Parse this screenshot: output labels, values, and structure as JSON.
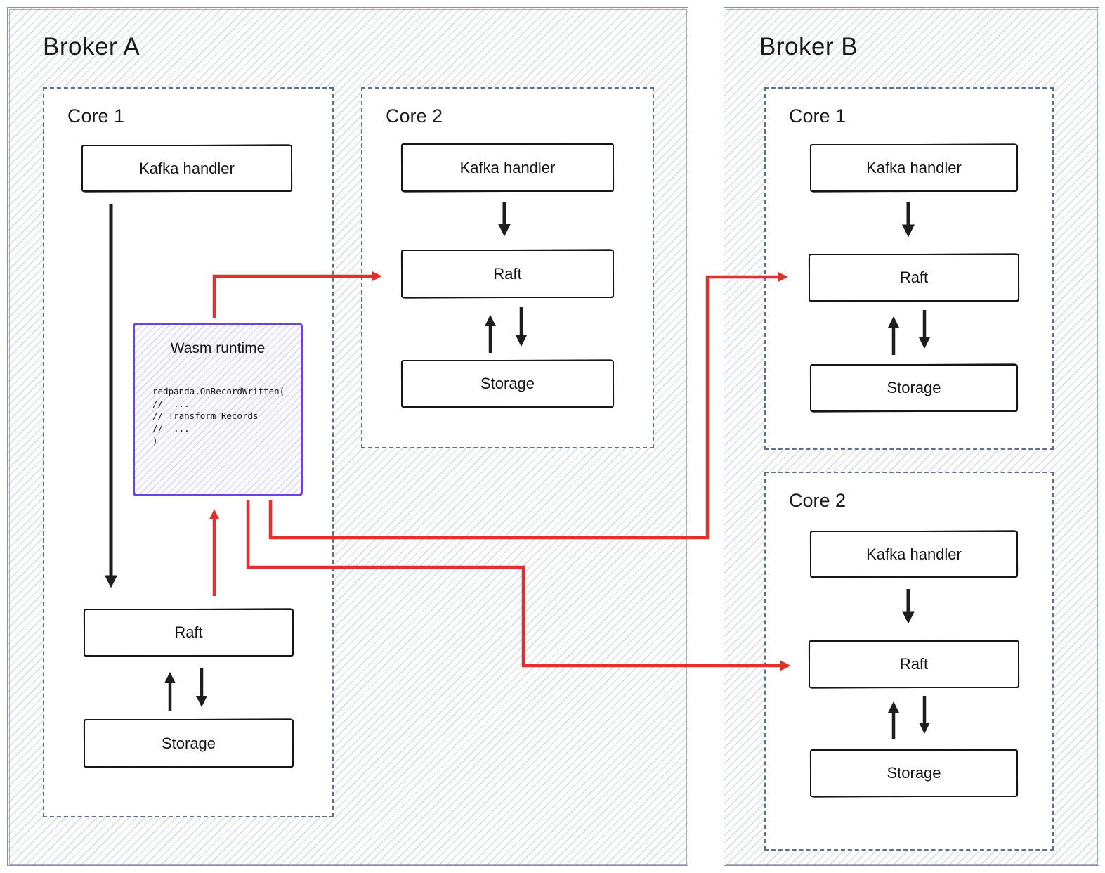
{
  "colors": {
    "flow_arrow_red": "#e03131",
    "wasm_border_purple": "#6b43e8",
    "broker_border": "#8595ab",
    "core_dashed_border": "#5e7189",
    "node_border_black": "#161616"
  },
  "brokers": [
    {
      "title": "Broker A",
      "cores": [
        {
          "title": "Core 1",
          "components": [
            {
              "label": "Kafka handler"
            },
            {
              "label": "Raft"
            },
            {
              "label": "Storage"
            }
          ],
          "wasm": {
            "title": "Wasm runtime",
            "code_lines": [
              "redpanda.OnRecordWritten(",
              "//  ...",
              "// Transform Records",
              "//  ...",
              ")"
            ]
          }
        },
        {
          "title": "Core 2",
          "components": [
            {
              "label": "Kafka handler"
            },
            {
              "label": "Raft"
            },
            {
              "label": "Storage"
            }
          ]
        }
      ]
    },
    {
      "title": "Broker B",
      "cores": [
        {
          "title": "Core 1",
          "components": [
            {
              "label": "Kafka handler"
            },
            {
              "label": "Raft"
            },
            {
              "label": "Storage"
            }
          ]
        },
        {
          "title": "Core 2",
          "components": [
            {
              "label": "Kafka handler"
            },
            {
              "label": "Raft"
            },
            {
              "label": "Storage"
            }
          ]
        }
      ]
    }
  ],
  "connections": [
    {
      "from": "Broker A / Core 1 / Kafka handler",
      "to": "Broker A / Core 1 / Raft",
      "color": "black",
      "style": "down-arrow"
    },
    {
      "from": "Broker A / Core 1 / Raft",
      "to": "Broker A / Core 1 / Wasm runtime",
      "color": "red",
      "style": "up-arrow"
    },
    {
      "from": "Broker A / Core 1 / Wasm runtime",
      "to": "Broker A / Core 2 / Raft",
      "color": "red",
      "style": "elbow-arrow"
    },
    {
      "from": "Broker A / Core 1 / Wasm runtime",
      "to": "Broker B / Core 1 / Raft",
      "color": "red",
      "style": "elbow-arrow"
    },
    {
      "from": "Broker A / Core 1 / Wasm runtime",
      "to": "Broker B / Core 2 / Raft",
      "color": "red",
      "style": "elbow-arrow"
    },
    {
      "from": "Broker A / Core 1 / Raft",
      "to": "Broker A / Core 1 / Storage",
      "color": "black",
      "style": "bidirectional"
    },
    {
      "from": "Broker A / Core 2 / Kafka handler",
      "to": "Broker A / Core 2 / Raft",
      "color": "black",
      "style": "down-arrow"
    },
    {
      "from": "Broker A / Core 2 / Raft",
      "to": "Broker A / Core 2 / Storage",
      "color": "black",
      "style": "bidirectional"
    },
    {
      "from": "Broker B / Core 1 / Kafka handler",
      "to": "Broker B / Core 1 / Raft",
      "color": "black",
      "style": "down-arrow"
    },
    {
      "from": "Broker B / Core 1 / Raft",
      "to": "Broker B / Core 1 / Storage",
      "color": "black",
      "style": "bidirectional"
    },
    {
      "from": "Broker B / Core 2 / Kafka handler",
      "to": "Broker B / Core 2 / Raft",
      "color": "black",
      "style": "down-arrow"
    },
    {
      "from": "Broker B / Core 2 / Raft",
      "to": "Broker B / Core 2 / Storage",
      "color": "black",
      "style": "bidirectional"
    }
  ]
}
